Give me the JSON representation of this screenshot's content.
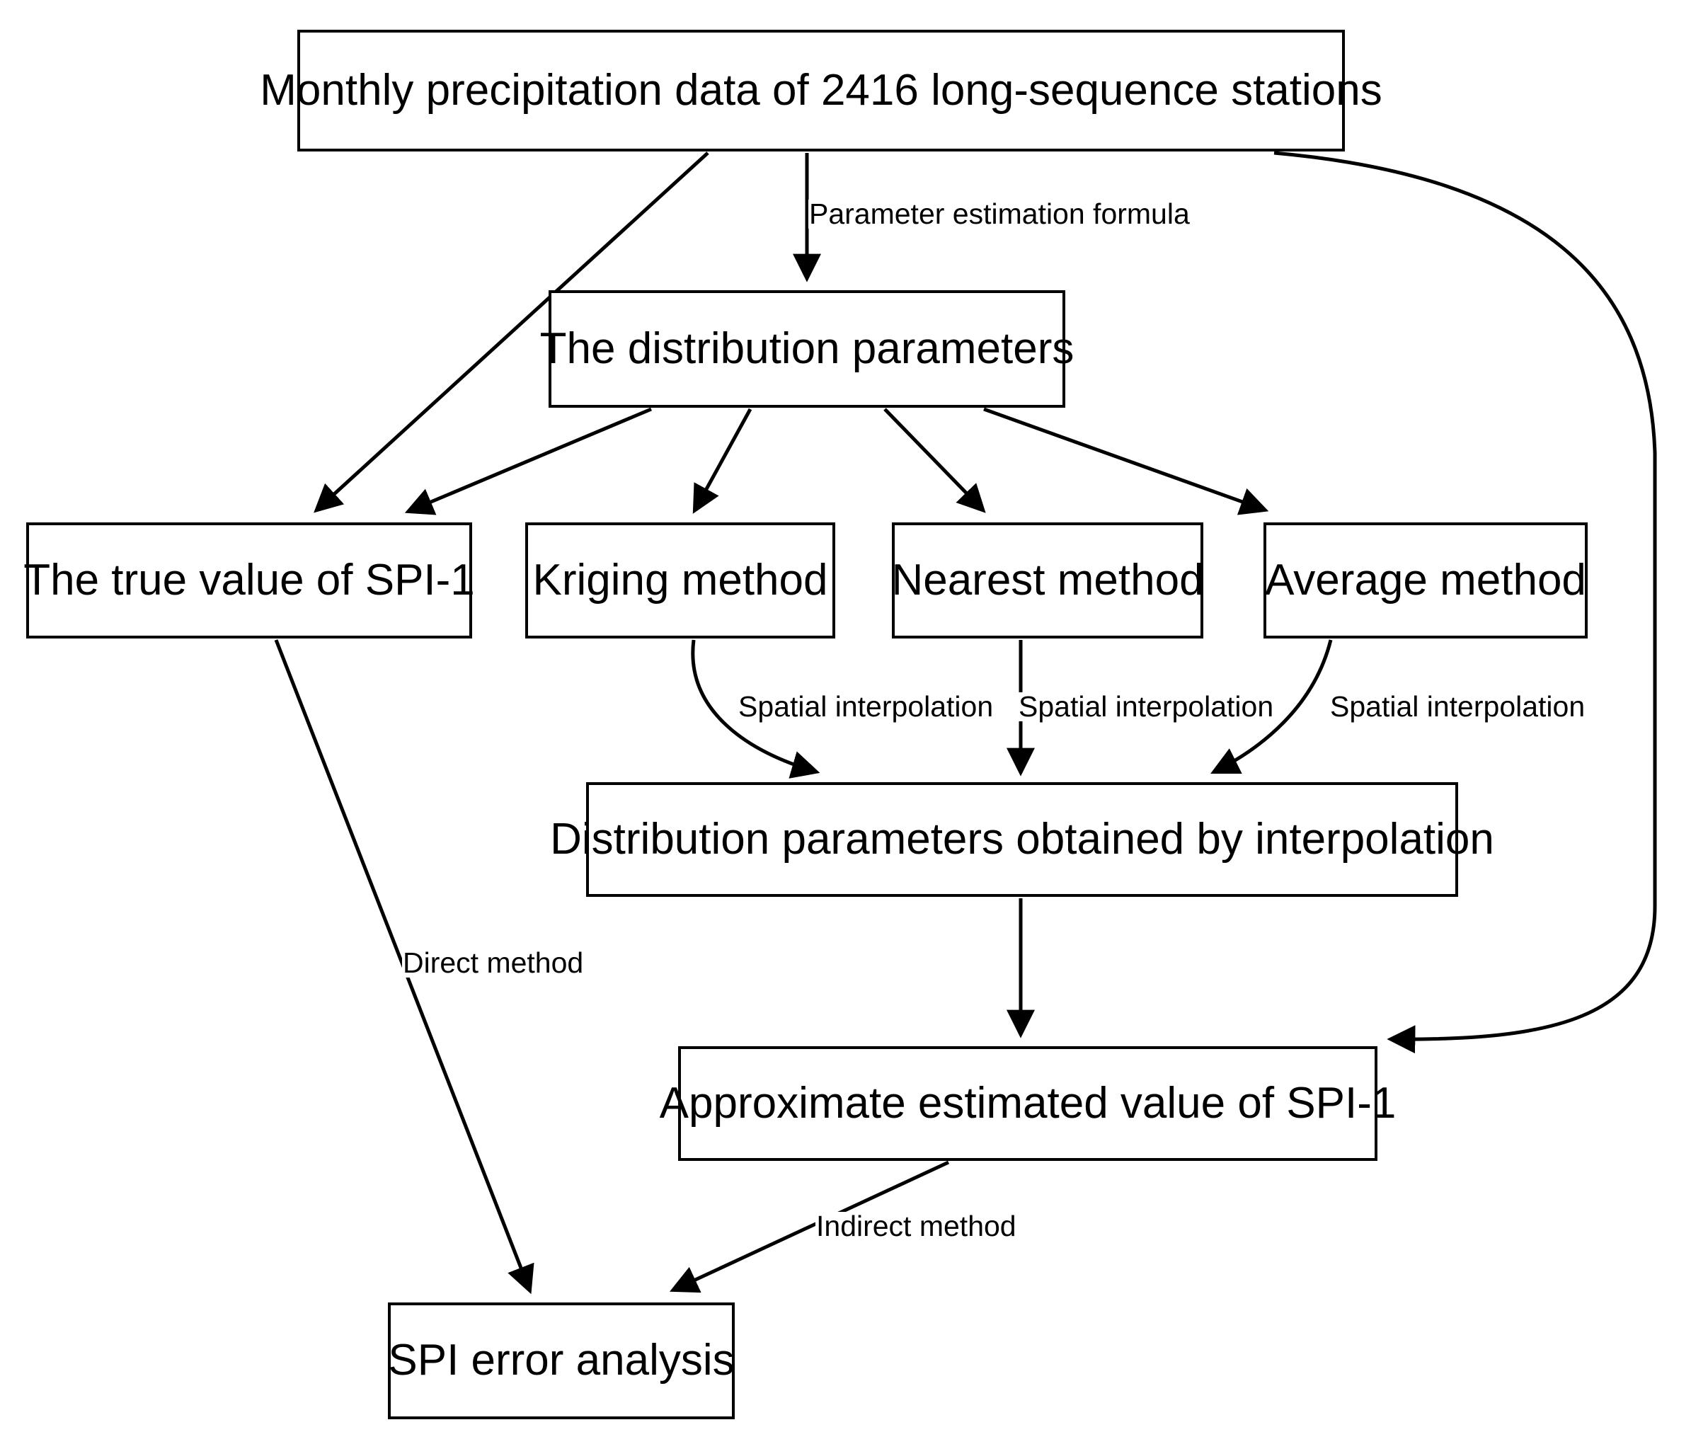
{
  "diagram": {
    "title": "SPI-1 estimation and error analysis workflow",
    "background_color": "#ffffff",
    "line_color": "#000000",
    "text_color": "#000000",
    "nodes": {
      "source": "Monthly precipitation data of 2416 long-sequence stations",
      "params": "The distribution parameters",
      "true_spi": "The true value of SPI-1",
      "kriging": "Kriging method",
      "nearest": "Nearest method",
      "average": "Average method",
      "interp_params": "Distribution parameters obtained by interpolation",
      "approx_spi": "Approximate estimated value of SPI-1",
      "error": "SPI error analysis"
    },
    "edge_labels": {
      "param_formula": "Parameter estimation formula",
      "spatial_1": "Spatial interpolation",
      "spatial_2": "Spatial interpolation",
      "spatial_3": "Spatial interpolation",
      "direct": "Direct method",
      "indirect": "Indirect method"
    }
  }
}
